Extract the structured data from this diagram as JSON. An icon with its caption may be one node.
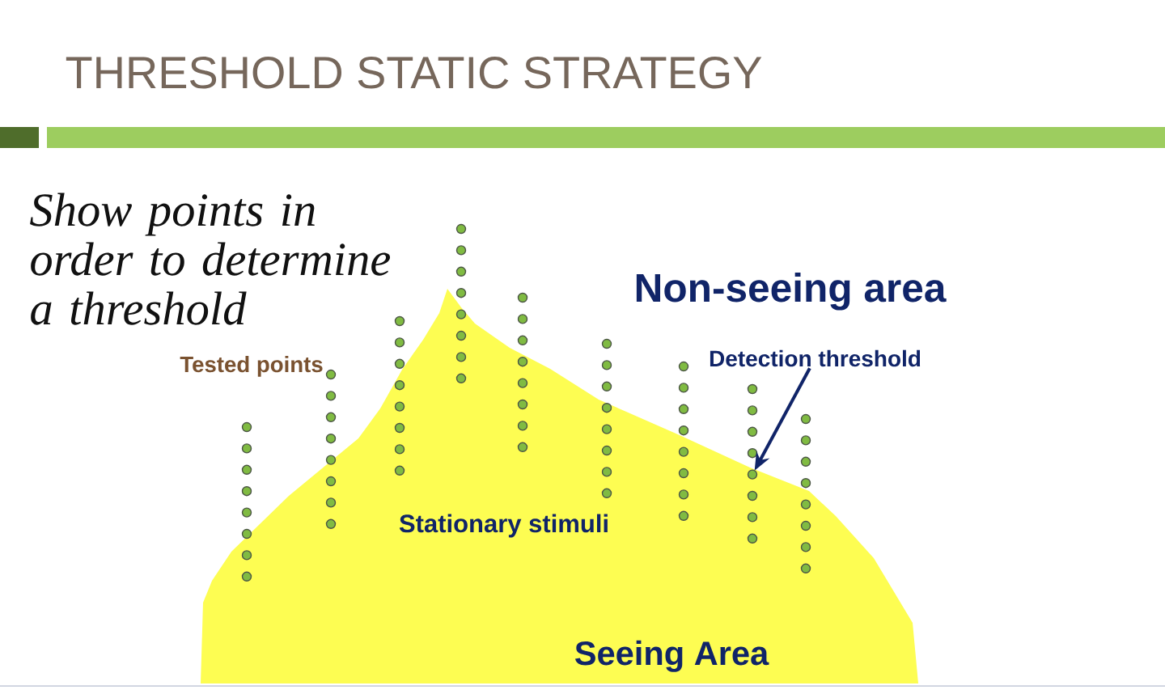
{
  "diagram": {
    "title": "THRESHOLD STATIC STRATEGY",
    "nodes": [
      {
        "text": [
          "Detection threshold"
        ]
      },
      {
        "text": [],
        "shape": "circle"
      }
    ],
    "edges": [
      {
        "from": 0,
        "to": 1,
        "arrow": "to"
      }
    ],
    "labels": [
      "Show points in order to determine a threshold",
      "Non-seeing area",
      "Tested points",
      "Stationary stimuli",
      "Seeing Area"
    ]
  }
}
